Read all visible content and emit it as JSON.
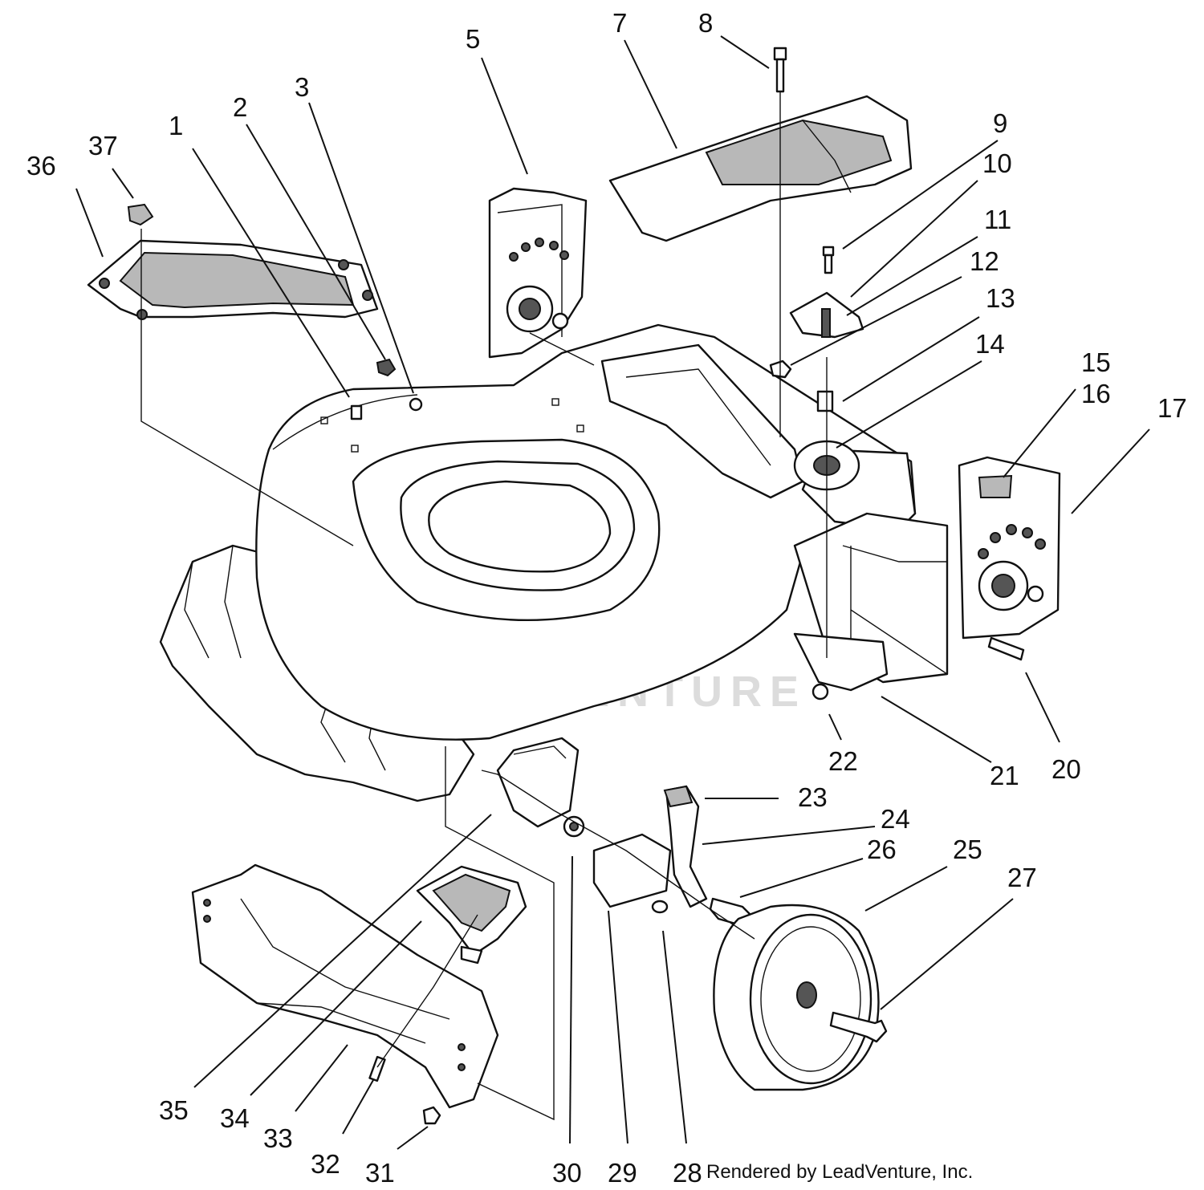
{
  "callouts": [
    {
      "id": "1",
      "text": "1"
    },
    {
      "id": "2",
      "text": "2"
    },
    {
      "id": "3",
      "text": "3"
    },
    {
      "id": "5",
      "text": "5"
    },
    {
      "id": "7",
      "text": "7"
    },
    {
      "id": "8",
      "text": "8"
    },
    {
      "id": "9",
      "text": "9"
    },
    {
      "id": "10",
      "text": "10"
    },
    {
      "id": "11",
      "text": "11"
    },
    {
      "id": "12",
      "text": "12"
    },
    {
      "id": "13",
      "text": "13"
    },
    {
      "id": "14",
      "text": "14"
    },
    {
      "id": "15",
      "text": "15"
    },
    {
      "id": "16",
      "text": "16"
    },
    {
      "id": "17",
      "text": "17"
    },
    {
      "id": "20",
      "text": "20"
    },
    {
      "id": "21",
      "text": "21"
    },
    {
      "id": "22",
      "text": "22"
    },
    {
      "id": "23",
      "text": "23"
    },
    {
      "id": "24",
      "text": "24"
    },
    {
      "id": "25",
      "text": "25"
    },
    {
      "id": "26",
      "text": "26"
    },
    {
      "id": "27",
      "text": "27"
    },
    {
      "id": "28",
      "text": "28"
    },
    {
      "id": "29",
      "text": "29"
    },
    {
      "id": "30",
      "text": "30"
    },
    {
      "id": "31",
      "text": "31"
    },
    {
      "id": "32",
      "text": "32"
    },
    {
      "id": "33",
      "text": "33"
    },
    {
      "id": "34",
      "text": "34"
    },
    {
      "id": "35",
      "text": "35"
    },
    {
      "id": "36",
      "text": "36"
    },
    {
      "id": "37",
      "text": "37"
    }
  ],
  "credit": "Rendered by LeadVenture, Inc.",
  "watermark": "LEADVENTURE"
}
